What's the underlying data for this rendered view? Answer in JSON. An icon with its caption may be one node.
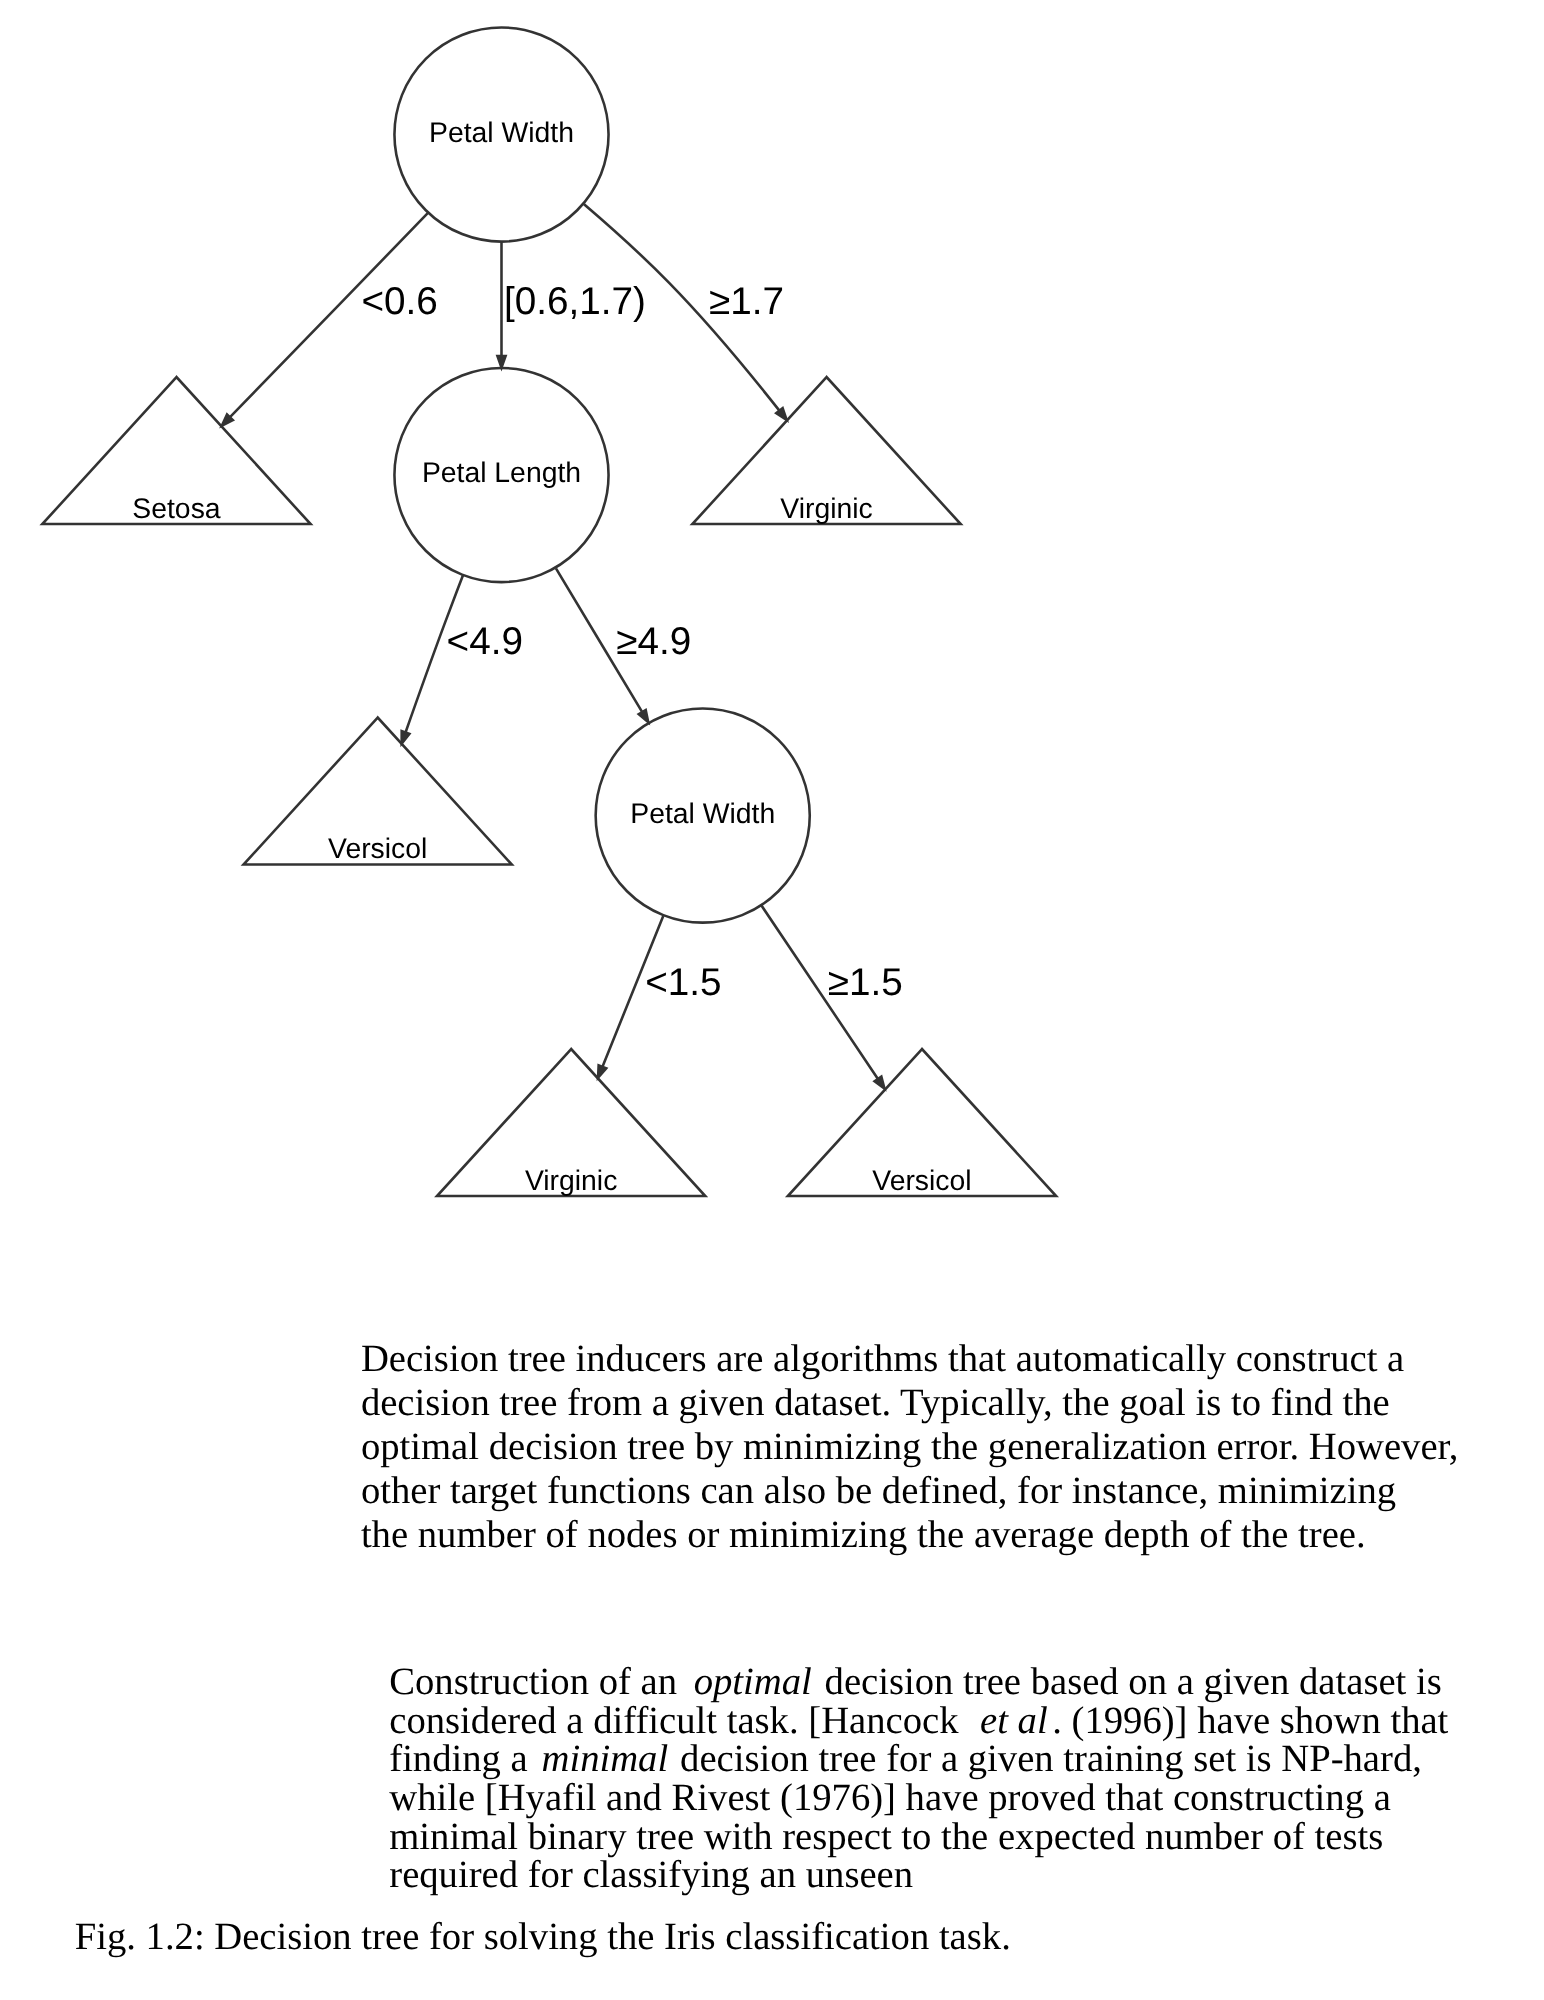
{
  "diagram": {
    "caption": "Fig. 1.2: Decision tree for solving the Iris classification task.",
    "nodes": [
      {
        "text": [
          "Petal Width"
        ]
      },
      {
        "text": [
          "Setosa"
        ]
      },
      {
        "text": [
          "Petal Length"
        ]
      },
      {
        "text": [
          "Virginic"
        ]
      },
      {
        "text": [
          "Versicol"
        ]
      },
      {
        "text": [
          "Petal Width"
        ]
      },
      {
        "text": [
          "Virginic"
        ]
      },
      {
        "text": [
          "Versicol"
        ]
      }
    ],
    "edges": [
      {
        "from": 0,
        "to": 1,
        "arrow": "to",
        "label": "<0.6"
      },
      {
        "from": 0,
        "to": 2,
        "arrow": "to",
        "label": "[0.6,1.7)"
      },
      {
        "from": 0,
        "to": 3,
        "arrow": "to",
        "label": "≥1.7"
      },
      {
        "from": 2,
        "to": 4,
        "arrow": "to",
        "label": "<4.9"
      },
      {
        "from": 2,
        "to": 5,
        "arrow": "to",
        "label": "≥4.9"
      },
      {
        "from": 5,
        "to": 6,
        "arrow": "to",
        "label": "<1.5"
      },
      {
        "from": 5,
        "to": 7,
        "arrow": "to",
        "label": "≥1.5"
      }
    ],
    "labels": [
      "Decision tree inducers are algorithms that automatically construct a decision tree from a given dataset. Typically, the goal is to find the optimal decision tree by minimizing the generalization error. However, other target functions can also be defined, for instance, minimizing the number of nodes or minimizing the average depth of the tree.",
      "Construction of an *optimal* decision tree based on a given dataset is considered a difficult task. [Hancock *et al*. (1996)] have shown that finding a *minimal* decision tree for a given training set is NP-hard, while [Hyafil and Rivest (1976)] have proved that constructing a minimal binary tree with respect to the expected number of tests required for classifying an unseen"
    ]
  }
}
